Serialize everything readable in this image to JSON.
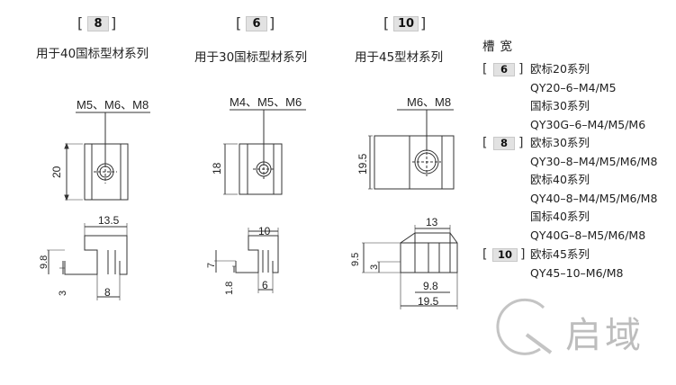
{
  "columns": [
    {
      "slot": "8",
      "caption": "用于40国标型材系列",
      "callout": "M5、M6、M8",
      "height": "20",
      "top_width": "13.5",
      "h1": "9.8",
      "h2": "3",
      "bottom_width": "8"
    },
    {
      "slot": "6",
      "caption": "用于30国标型材系列",
      "callout": "M4、M5、M6",
      "height": "18",
      "top_width": "10",
      "h1": "7",
      "h2": "1.8",
      "bottom_width": "6"
    },
    {
      "slot": "10",
      "caption": "用于45型材系列",
      "callout": "M6、M8",
      "height": "19.5",
      "top_width": "13",
      "h1": "9.5",
      "h2": "3",
      "bottom_width": "9.8",
      "base_width": "19.5"
    }
  ],
  "list": {
    "header": "槽宽",
    "groups": [
      {
        "slot": "6",
        "lines": [
          "欧标20系列",
          "QY20–6–M4/M5",
          "国标30系列",
          "QY30G–6–M4/M5/M6"
        ]
      },
      {
        "slot": "8",
        "lines": [
          "欧标30系列",
          "QY30–8–M4/M5/M6/M8",
          "欧标40系列",
          "QY40–8–M4/M5/M6/M8",
          "国标40系列",
          "QY40G–8–M5/M6/M8"
        ]
      },
      {
        "slot": "10",
        "lines": [
          "欧标45系列",
          "QY45–10–M6/M8"
        ]
      }
    ]
  },
  "watermark": {
    "brand": "启域"
  }
}
